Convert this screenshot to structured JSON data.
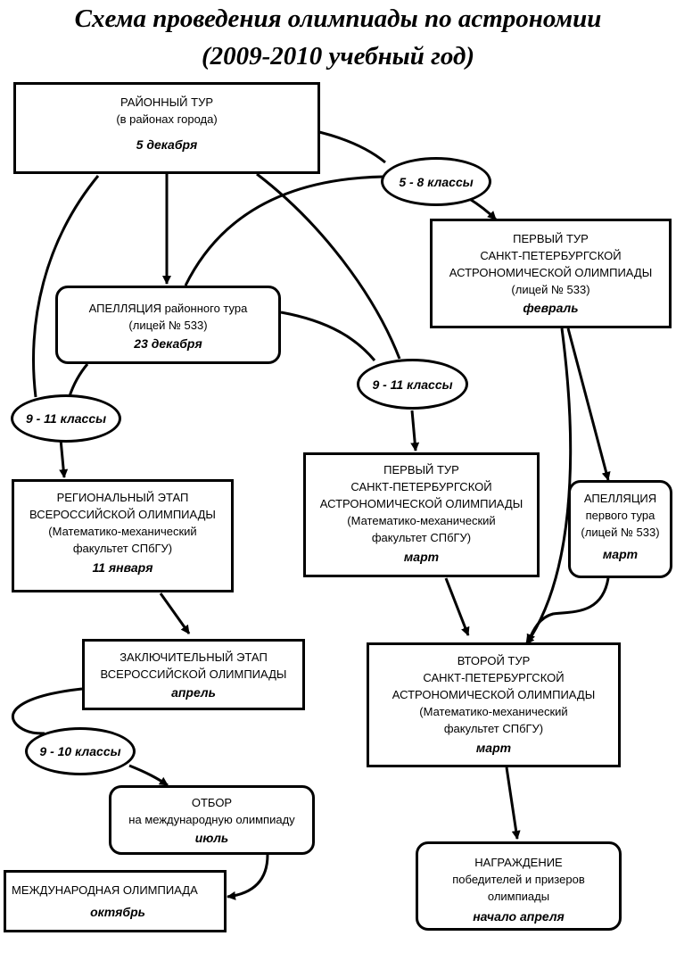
{
  "title": {
    "line1": "Схема проведения олимпиады по астрономии",
    "line2": "(2009-2010 учебный год)"
  },
  "nodes": {
    "district": {
      "lines": [
        "РАЙОННЫЙ ТУР",
        "(в районах города)"
      ],
      "date": "5 декабря"
    },
    "appeal_district": {
      "lines": [
        "АПЕЛЛЯЦИЯ районного тура",
        "(лицей № 533)"
      ],
      "date": "23 декабря"
    },
    "first_round_lyceum": {
      "lines": [
        "ПЕРВЫЙ ТУР",
        "САНКТ-ПЕТЕРБУРГСКОЙ",
        "АСТРОНОМИЧЕСКОЙ ОЛИМПИАДЫ",
        "(лицей № 533)"
      ],
      "date": "февраль"
    },
    "regional": {
      "lines": [
        "РЕГИОНАЛЬНЫЙ ЭТАП",
        "ВСЕРОССИЙСКОЙ ОЛИМПИАДЫ",
        "(Математико-механический",
        "факультет СПбГУ)"
      ],
      "date": "11 января"
    },
    "first_round_faculty": {
      "lines": [
        "ПЕРВЫЙ ТУР",
        "САНКТ-ПЕТЕРБУРГСКОЙ",
        "АСТРОНОМИЧЕСКОЙ ОЛИМПИАДЫ",
        "(Математико-механический",
        "факультет СПбГУ)"
      ],
      "date": "март"
    },
    "appeal_first": {
      "lines": [
        "АПЕЛЛЯЦИЯ",
        "первого тура",
        "(лицей № 533)"
      ],
      "date": "март"
    },
    "final": {
      "lines": [
        "ЗАКЛЮЧИТЕЛЬНЫЙ ЭТАП",
        "ВСЕРОССИЙСКОЙ ОЛИМПИАДЫ"
      ],
      "date": "апрель"
    },
    "second_round": {
      "lines": [
        "ВТОРОЙ ТУР",
        "САНКТ-ПЕТЕРБУРГСКОЙ",
        "АСТРОНОМИЧЕСКОЙ ОЛИМПИАДЫ",
        "(Математико-механический",
        "факультет СПбГУ)"
      ],
      "date": "март"
    },
    "selection": {
      "lines": [
        "ОТБОР",
        "на международную олимпиаду"
      ],
      "date": "июль"
    },
    "international": {
      "lines": [
        "МЕЖДУНАРОДНАЯ ОЛИМПИАДА"
      ],
      "date": "октябрь"
    },
    "award": {
      "lines": [
        "НАГРАЖДЕНИЕ",
        "победителей и призеров",
        "олимпиады"
      ],
      "date": "начало апреля"
    }
  },
  "class_labels": {
    "grades_5_8": "5 - 8 классы",
    "grades_9_11_left": "9 - 11 классы",
    "grades_9_11_mid": "9 - 11 классы",
    "grades_9_10": "9 - 10 классы"
  }
}
